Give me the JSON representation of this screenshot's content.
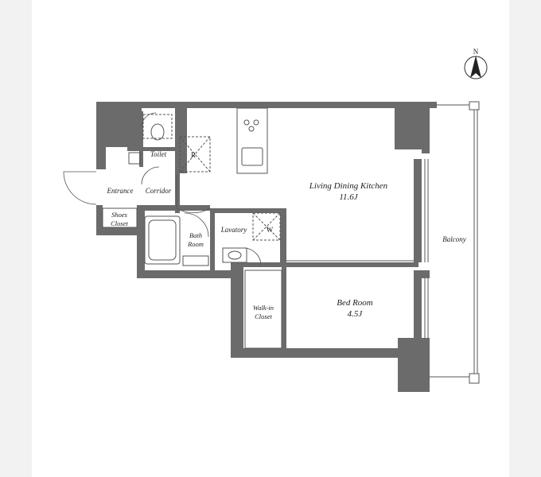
{
  "compass": {
    "letter": "N"
  },
  "rooms": {
    "living": {
      "name": "Living Dining Kitchen",
      "size": "11.6J"
    },
    "bedroom": {
      "name": "Bed Room",
      "size": "4.5J"
    },
    "toilet": {
      "name": "Toilet"
    },
    "entrance": {
      "name": "Entrance"
    },
    "corridor": {
      "name": "Corridor"
    },
    "shoes_closet": {
      "line1": "Shoes",
      "line2": "Closet"
    },
    "bath_room": {
      "line1": "Bath",
      "line2": "Room"
    },
    "lavatory": {
      "name": "Lavatory"
    },
    "walkin_closet": {
      "line1": "Walk-in",
      "line2": "Closet"
    },
    "balcony": {
      "name": "Balcony"
    }
  },
  "fixtures": {
    "refrigerator": "R",
    "washer": "W"
  }
}
